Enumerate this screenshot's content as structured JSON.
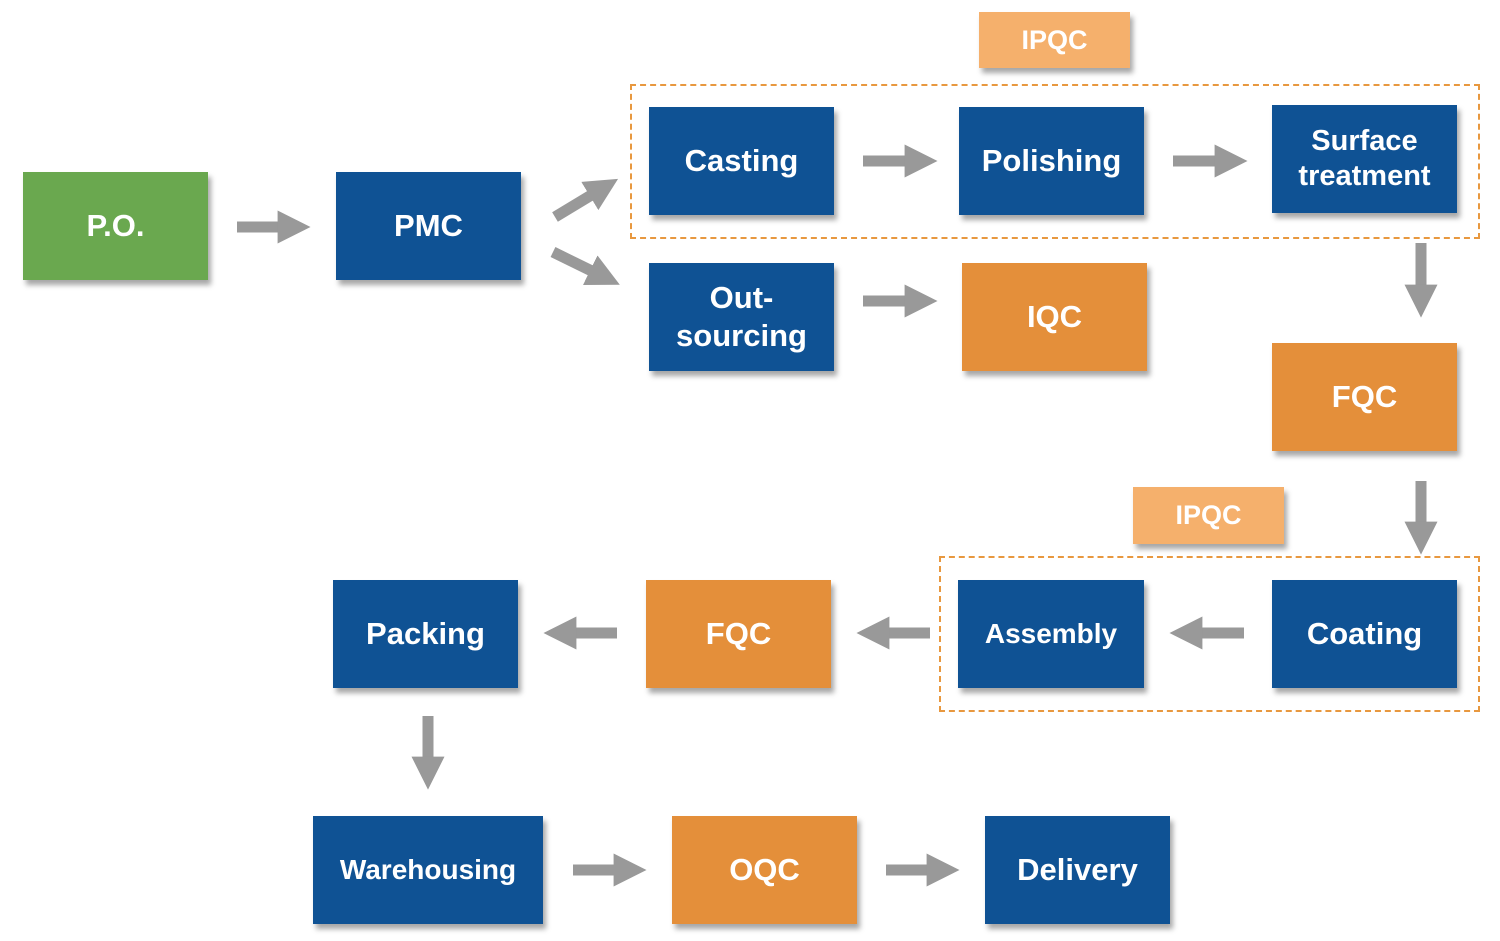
{
  "diagram": {
    "type": "process-flow",
    "colors": {
      "process": "#0F5294",
      "quality_check": "#E48F3A",
      "inline_check": "#F5B06C",
      "start": "#6AA84F",
      "arrow": "#999999",
      "group_border": "#E8983F"
    },
    "nodes": {
      "po": {
        "label": "P.O.",
        "kind": "start"
      },
      "pmc": {
        "label": "PMC",
        "kind": "process"
      },
      "casting": {
        "label": "Casting",
        "kind": "process"
      },
      "polishing": {
        "label": "Polishing",
        "kind": "process"
      },
      "surface": {
        "label": "Surface\ntreatment",
        "kind": "process"
      },
      "outsourcing": {
        "label": "Out-\nsourcing",
        "kind": "process"
      },
      "iqc": {
        "label": "IQC",
        "kind": "quality_check"
      },
      "fqc1": {
        "label": "FQC",
        "kind": "quality_check"
      },
      "ipqc1": {
        "label": "IPQC",
        "kind": "inline_check"
      },
      "ipqc2": {
        "label": "IPQC",
        "kind": "inline_check"
      },
      "coating": {
        "label": "Coating",
        "kind": "process"
      },
      "assembly": {
        "label": "Assembly",
        "kind": "process"
      },
      "fqc2": {
        "label": "FQC",
        "kind": "quality_check"
      },
      "packing": {
        "label": "Packing",
        "kind": "process"
      },
      "warehousing": {
        "label": "Warehousing",
        "kind": "process"
      },
      "oqc": {
        "label": "OQC",
        "kind": "quality_check"
      },
      "delivery": {
        "label": "Delivery",
        "kind": "process"
      }
    },
    "groups": [
      {
        "name": "ipqc-group-1",
        "label_node": "ipqc1",
        "members": [
          "casting",
          "polishing",
          "surface"
        ]
      },
      {
        "name": "ipqc-group-2",
        "label_node": "ipqc2",
        "members": [
          "assembly",
          "coating"
        ]
      }
    ],
    "edges": [
      [
        "po",
        "pmc"
      ],
      [
        "pmc",
        "casting"
      ],
      [
        "pmc",
        "outsourcing"
      ],
      [
        "casting",
        "polishing"
      ],
      [
        "polishing",
        "surface"
      ],
      [
        "outsourcing",
        "iqc"
      ],
      [
        "surface",
        "fqc1"
      ],
      [
        "fqc1",
        "coating"
      ],
      [
        "coating",
        "assembly"
      ],
      [
        "assembly",
        "fqc2"
      ],
      [
        "fqc2",
        "packing"
      ],
      [
        "packing",
        "warehousing"
      ],
      [
        "warehousing",
        "oqc"
      ],
      [
        "oqc",
        "delivery"
      ]
    ]
  }
}
